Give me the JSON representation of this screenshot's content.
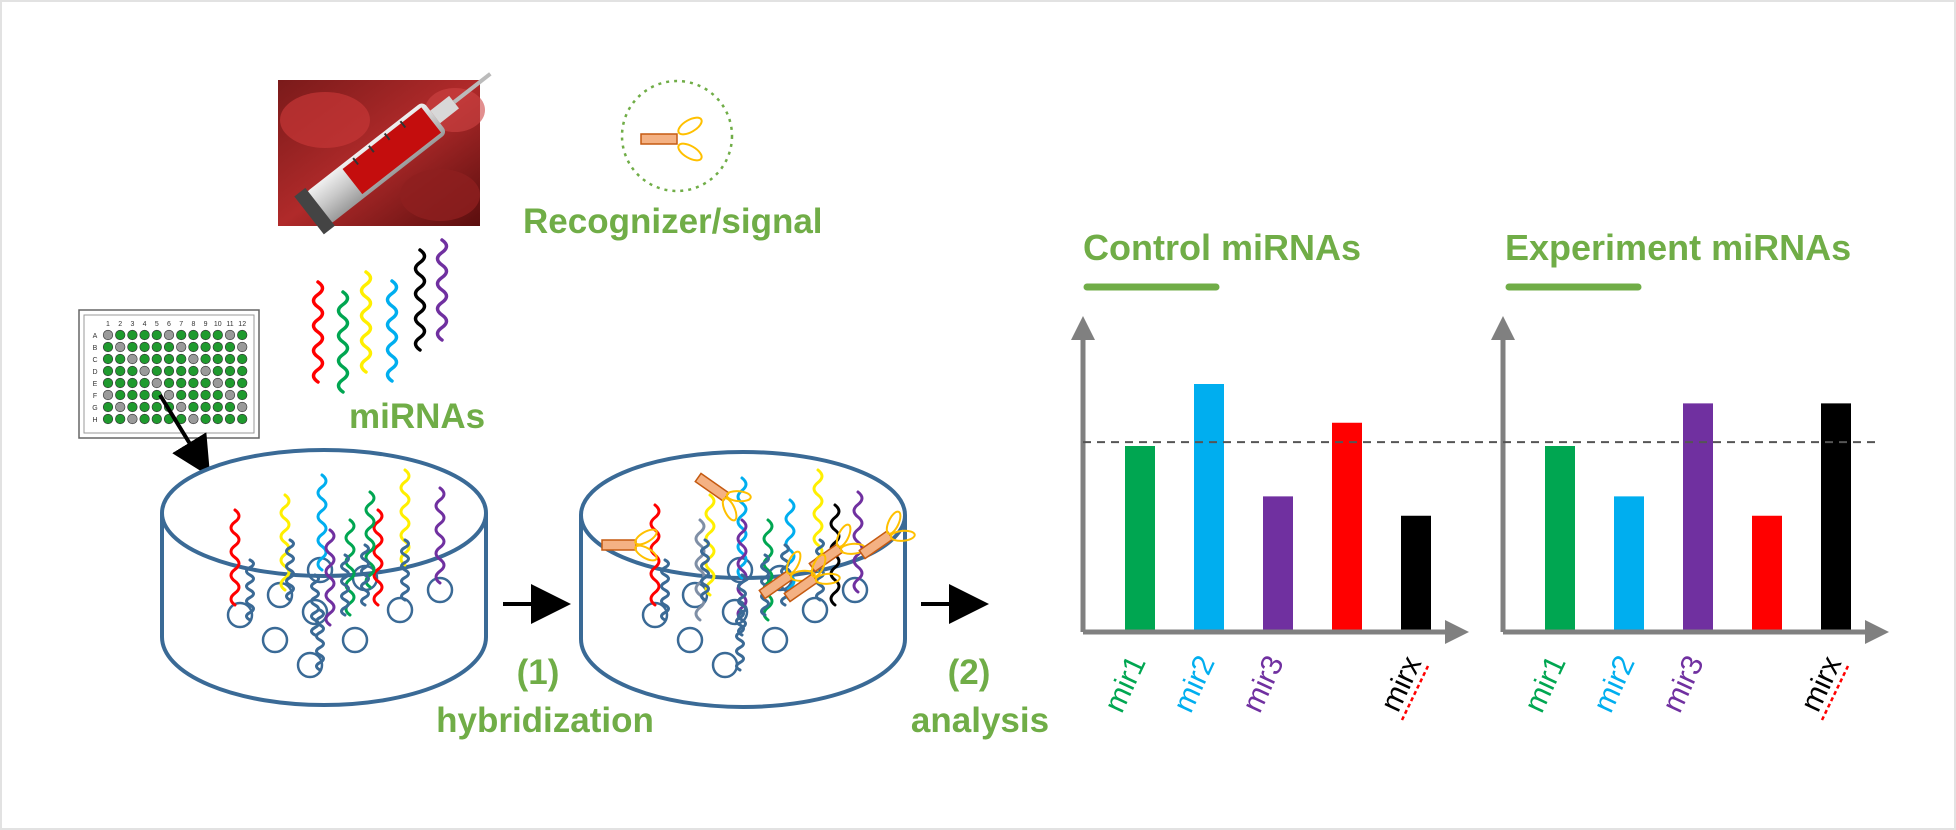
{
  "labels": {
    "recognizer": "Recognizer/signal",
    "mirnas": "miRNAs",
    "step1_num": "(1)",
    "step1_name": "hybridization",
    "step2_num": "(2)",
    "step2_name": "analysis"
  },
  "plate": {
    "cols": [
      "1",
      "2",
      "3",
      "4",
      "5",
      "6",
      "7",
      "8",
      "9",
      "10",
      "11",
      "12"
    ],
    "rows": [
      "A",
      "B",
      "C",
      "D",
      "E",
      "F",
      "G",
      "H"
    ]
  },
  "colors": {
    "label_green": "#70AD47",
    "mir1": "#00A651",
    "mir2": "#00AEEF",
    "mir3": "#7030A0",
    "mir4": "#FF0000",
    "mirx": "#000000",
    "axis": "#808080",
    "dish": "#3A6A96"
  },
  "chart_data": [
    {
      "type": "bar",
      "title": "Control miRNAs",
      "categories": [
        "mir1",
        "mir2",
        "mir3",
        "",
        "mirx"
      ],
      "values": [
        4.8,
        6.4,
        3.5,
        5.4,
        3.0
      ],
      "colors": [
        "#00A651",
        "#00AEEF",
        "#7030A0",
        "#FF0000",
        "#000000"
      ],
      "threshold": 4.9,
      "ylim": [
        0,
        8
      ]
    },
    {
      "type": "bar",
      "title": "Experiment miRNAs",
      "categories": [
        "mir1",
        "mir2",
        "mir3",
        "",
        "mirx"
      ],
      "values": [
        4.8,
        3.5,
        5.9,
        3.0,
        5.9
      ],
      "colors": [
        "#00A651",
        "#00AEEF",
        "#7030A0",
        "#FF0000",
        "#000000"
      ],
      "threshold": 4.9,
      "ylim": [
        0,
        8
      ]
    }
  ]
}
